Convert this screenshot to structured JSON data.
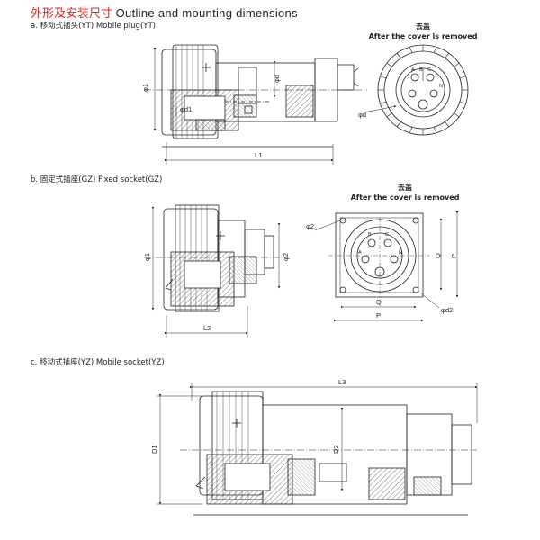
{
  "header": {
    "title_cn": "外形及安装尺寸",
    "title_en": "Outline and mounting dimensions"
  },
  "sections": [
    {
      "label": "a. 移动式插头(YT)  Mobile plug(YT)",
      "cover_cn": "去盖",
      "cover_en": "After the cover is removed",
      "dims": [
        "φ1",
        "φd1",
        "φd",
        "L1",
        "φd"
      ],
      "pins": [
        "A",
        "B",
        "C",
        "N"
      ]
    },
    {
      "label": "b. 固定式插座(GZ)  Fixed socket(GZ)",
      "cover_cn": "去盖",
      "cover_en": "After the cover is removed",
      "dims": [
        "φ1",
        "φ2",
        "L2",
        "φ2",
        "Q",
        "P",
        "Q",
        "P",
        "φd2"
      ],
      "pins": [
        "B",
        "C",
        "A",
        "N"
      ]
    },
    {
      "label": "c. 移动式插座(YZ)  Mobile socket(YZ)",
      "dims": [
        "L3",
        "D1",
        "D3"
      ]
    }
  ]
}
